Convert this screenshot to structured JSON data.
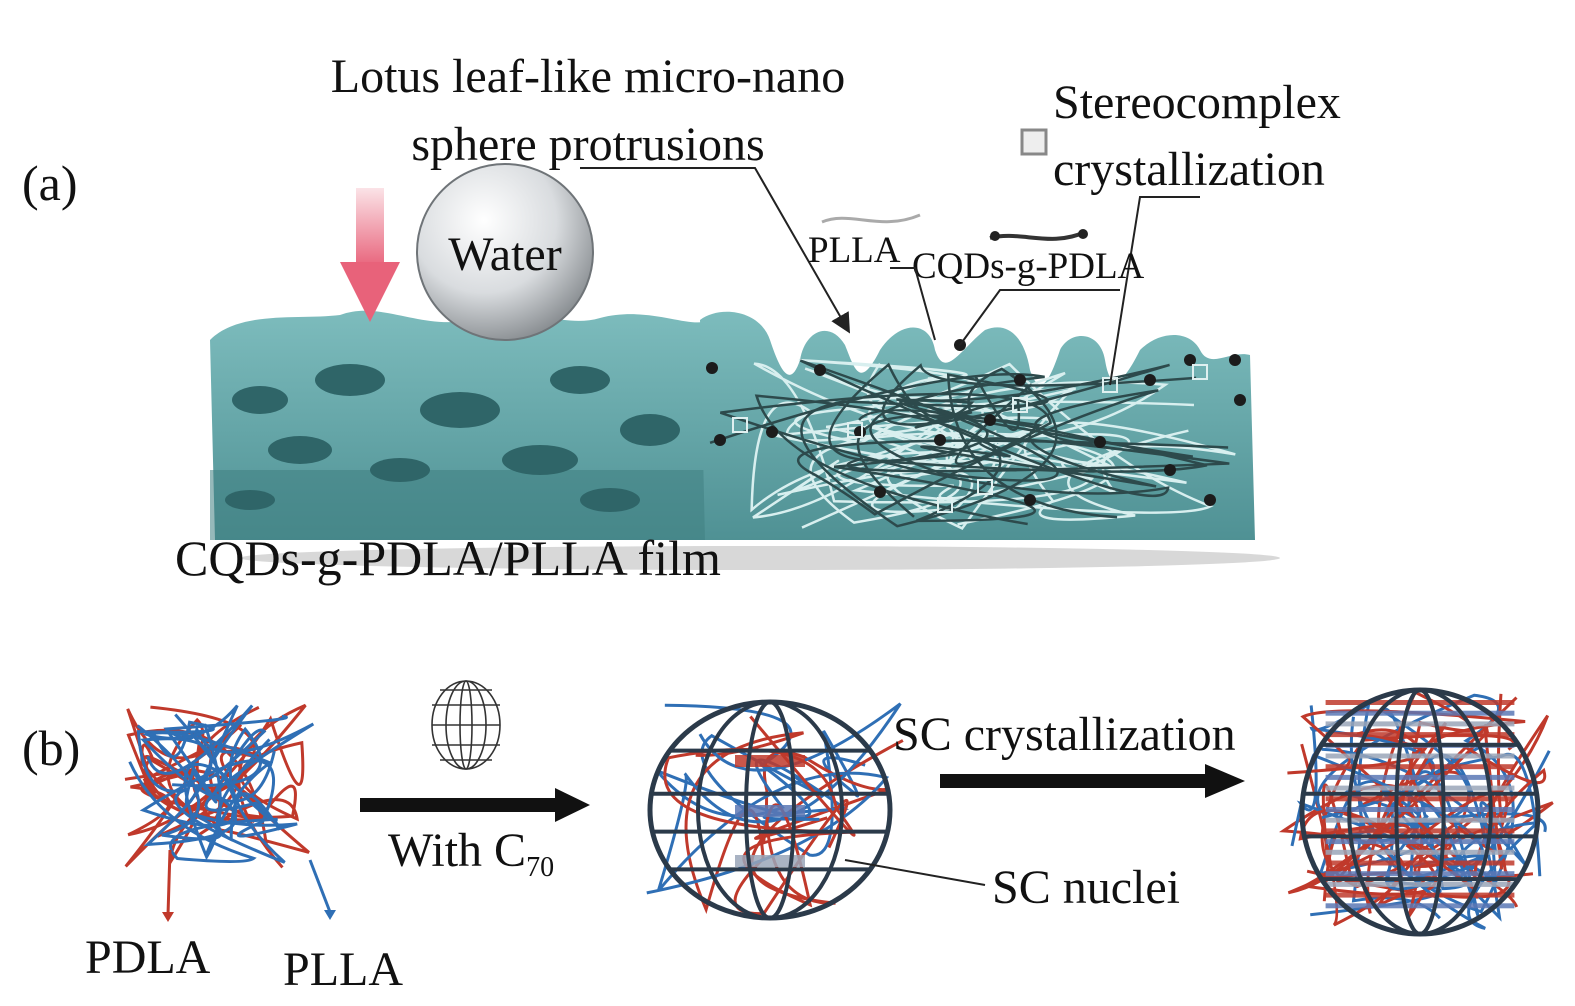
{
  "panel_a": {
    "label": "(a)",
    "protrusions_line1": "Lotus leaf-like micro-nano",
    "protrusions_line2": "sphere protrusions",
    "water": "Water",
    "stereo_line1": "Stereocomplex",
    "stereo_line2": "crystallization",
    "plla": "PLLA",
    "cqds": "CQDs-g-PDLA",
    "film": "CQDs-g-PDLA/PLLA film",
    "colors": {
      "film": "#5fa3a5",
      "film_dark": "#3f7f82",
      "arrow": "#e8627a"
    }
  },
  "panel_b": {
    "label": "(b)",
    "with_c": "With C",
    "with_sub": "70",
    "sc_crystallization": "SC crystallization",
    "sc_nuclei": "SC nuclei",
    "pdla": "PDLA",
    "plla": "PLLA",
    "colors": {
      "pdla": "#c0392b",
      "plla": "#2f6fb5",
      "cage": "#2b3a4a"
    }
  }
}
